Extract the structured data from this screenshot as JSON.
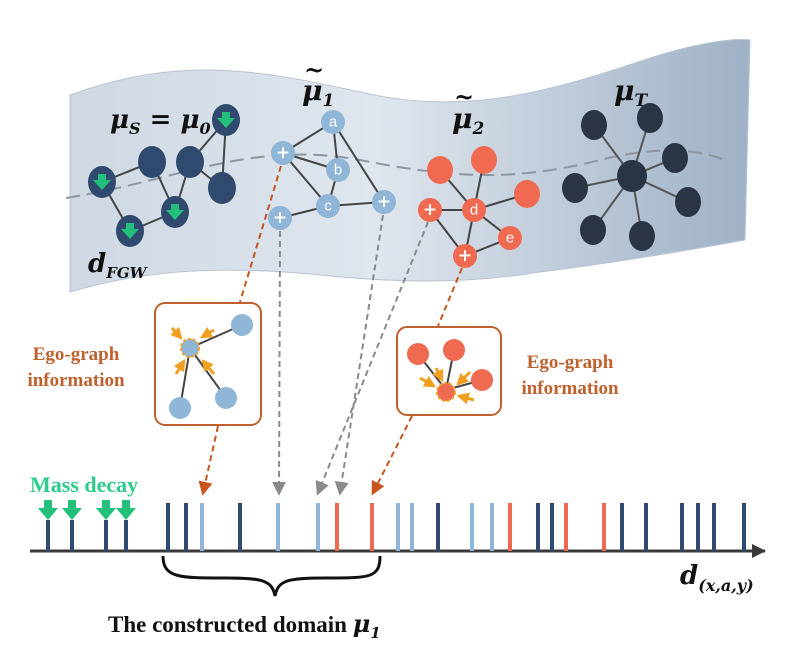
{
  "labels": {
    "mu_s_main": "μ",
    "mu_s_sub": "S",
    "mu_s_eq": " = ",
    "mu_0_main": "μ",
    "mu_0_sub": "0",
    "mu1_main": "μ",
    "mu1_sub": "1",
    "mu1_tilde": "~",
    "mu2_main": "μ",
    "mu2_sub": "2",
    "mu2_tilde": "~",
    "mut_main": "μ",
    "mut_sub": "T",
    "dfgw_main": "d",
    "dfgw_sub": "FGW",
    "ego_left_line1": "Ego-graph",
    "ego_left_line2": "information",
    "ego_right_line1": "Ego-graph",
    "ego_right_line2": "information",
    "mass_decay": "Mass decay",
    "daxy_main": "d",
    "daxy_sub": "(x,a,y)",
    "constructed_text": "The constructed domain ",
    "constructed_mu": "μ",
    "constructed_sub": "1"
  },
  "node_letters": {
    "a": "a",
    "b": "b",
    "c": "c",
    "d": "d",
    "e": "e"
  },
  "plus_symbol": "+",
  "colors": {
    "dark_navy": "#2f4a6e",
    "darkest": "#2b3445",
    "light_blue": "#8fb6d6",
    "coral": "#ef6a50",
    "green_arrow": "#22c07a",
    "mass_decay_text": "#2ecc8a",
    "ego_text": "#c0602c",
    "orange_arrow": "#f0a01e",
    "dashed_orange": "#c8551e",
    "dashed_gray": "#8a8a8a"
  },
  "axis_ticks": [
    {
      "pos": 48,
      "color": "dark_navy",
      "decay": true
    },
    {
      "pos": 72,
      "color": "dark_navy",
      "decay": true
    },
    {
      "pos": 106,
      "color": "dark_navy",
      "decay": true
    },
    {
      "pos": 126,
      "color": "dark_navy",
      "decay": true
    },
    {
      "pos": 168,
      "color": "dark_navy"
    },
    {
      "pos": 186,
      "color": "dark_navy"
    },
    {
      "pos": 202,
      "color": "light_blue"
    },
    {
      "pos": 240,
      "color": "dark_navy"
    },
    {
      "pos": 278,
      "color": "light_blue"
    },
    {
      "pos": 318,
      "color": "light_blue"
    },
    {
      "pos": 337,
      "color": "coral"
    },
    {
      "pos": 372,
      "color": "coral"
    },
    {
      "pos": 398,
      "color": "light_blue"
    },
    {
      "pos": 412,
      "color": "light_blue"
    },
    {
      "pos": 438,
      "color": "dark_navy"
    },
    {
      "pos": 472,
      "color": "light_blue"
    },
    {
      "pos": 492,
      "color": "light_blue"
    },
    {
      "pos": 510,
      "color": "coral"
    },
    {
      "pos": 538,
      "color": "dark_navy"
    },
    {
      "pos": 552,
      "color": "dark_navy"
    },
    {
      "pos": 566,
      "color": "coral"
    },
    {
      "pos": 604,
      "color": "coral"
    },
    {
      "pos": 622,
      "color": "dark_navy"
    },
    {
      "pos": 646,
      "color": "dark_navy"
    },
    {
      "pos": 682,
      "color": "dark_navy"
    },
    {
      "pos": 698,
      "color": "dark_navy"
    },
    {
      "pos": 714,
      "color": "dark_navy"
    },
    {
      "pos": 744,
      "color": "dark_navy"
    }
  ]
}
